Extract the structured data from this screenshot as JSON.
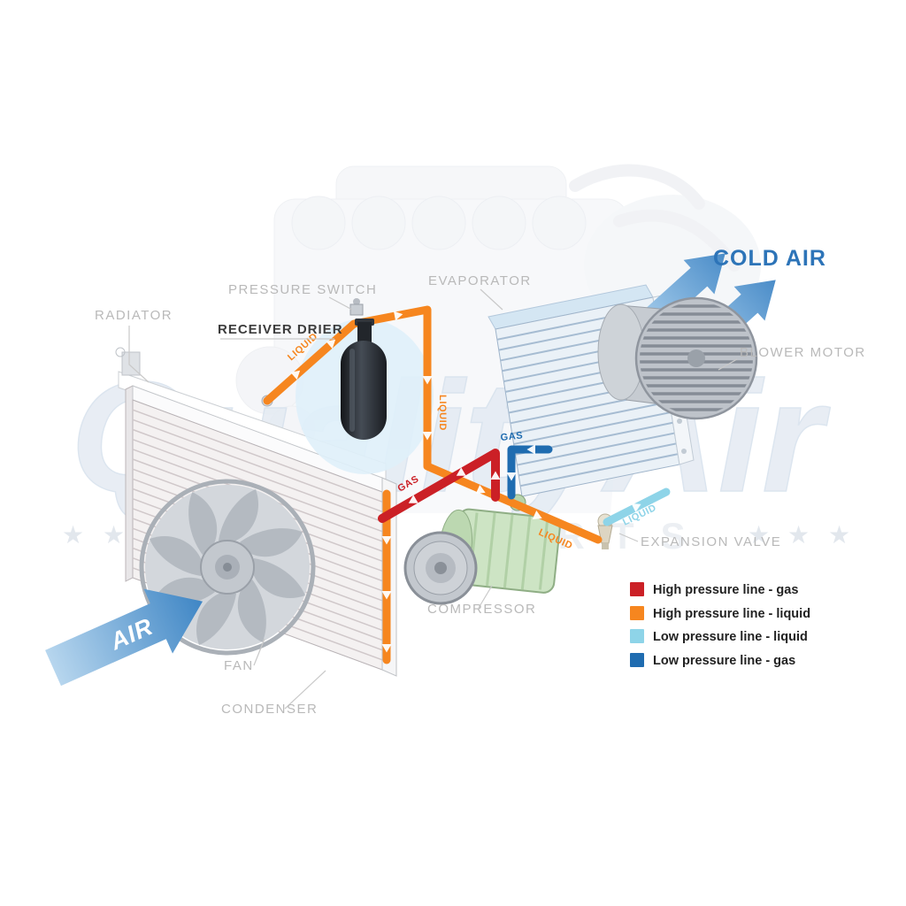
{
  "watermark": {
    "brand": "QualityAir",
    "tagline": "AUTO PARTS",
    "star": "★"
  },
  "component_labels": {
    "radiator": "RADIATOR",
    "pressure_switch": "PRESSURE SWITCH",
    "receiver_drier": "RECEIVER DRIER",
    "evaporator": "EVAPORATOR",
    "blower_motor": "BLOWER MOTOR",
    "expansion_valve": "EXPANSION VALVE",
    "compressor": "COMPRESSOR",
    "fan": "FAN",
    "condenser": "CONDENSER"
  },
  "airflow": {
    "intake": "AIR",
    "output": "COLD AIR"
  },
  "flow_labels": {
    "hp_liquid_top": "LIQUID",
    "hp_liquid_mid": "LIQUID",
    "hp_liquid_low": "LIQUID",
    "hp_gas": "GAS",
    "lp_gas": "GAS",
    "lp_liquid": "LIQUID"
  },
  "legend": {
    "items": [
      {
        "color": "#cb2026",
        "label": "High pressure line - gas"
      },
      {
        "color": "#f6861f",
        "label": "High pressure line - liquid"
      },
      {
        "color": "#8ed4e8",
        "label": "Low pressure line - liquid"
      },
      {
        "color": "#1f6cb0",
        "label": "Low pressure line -  gas"
      }
    ]
  },
  "colors": {
    "high_gas": "#cb2026",
    "high_liquid": "#f6861f",
    "low_liquid": "#8ed4e8",
    "low_gas": "#1f6cb0",
    "cold_air_text": "#2d74b8",
    "label_gray": "#b9b9b9"
  }
}
